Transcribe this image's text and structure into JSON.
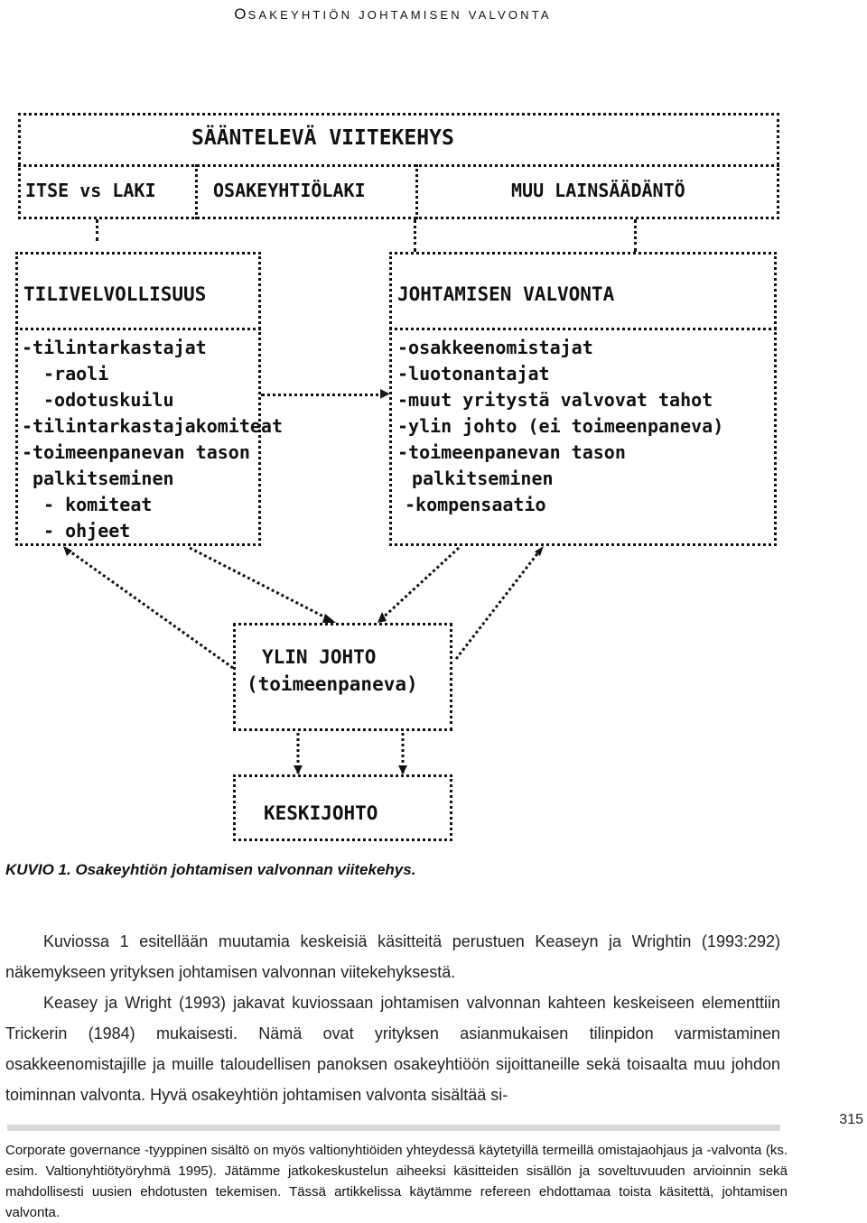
{
  "header": {
    "first_letter": "O",
    "rest": "SAKEYHTIÖN JOHTAMISEN VALVONTA"
  },
  "diagram": {
    "framework_title": "SÄÄNTELEVÄ VIITEKEHYS",
    "framework_items": [
      "ITSE vs LAKI",
      "OSAKEYHTIÖLAKI",
      "MUU LAINSÄÄDÄNTÖ"
    ],
    "left_title": "TILIVELVOLLISUUS",
    "left_items": [
      "-tilintarkastajat",
      "-raoli",
      "-odotuskuilu",
      "-tilintarkastajakomiteat",
      "-toimeenpanevan tason",
      "palkitseminen",
      "- komiteat",
      "- ohjeet"
    ],
    "right_title": "JOHTAMISEN VALVONTA",
    "right_items": [
      "-osakkeenomistajat",
      "-luotonantajat",
      "-muut yritystä valvovat tahot",
      "-ylin johto (ei toimeenpaneva)",
      "-toimeenpanevan tason",
      "palkitseminen",
      "-kompensaatio"
    ],
    "top_mgmt_line1": "YLIN JOHTO",
    "top_mgmt_line2": "(toimeenpaneva)",
    "middle_mgmt": "KESKIJOHTO"
  },
  "caption": "KUVIO 1. Osakeyhtiön johtamisen valvonnan viitekehys.",
  "paragraph1": "Kuviossa 1 esitellään muutamia keskeisiä käsitteitä perustuen Keaseyn ja Wrightin (1993:292) näkemykseen yrityksen johtamisen valvonnan viitekehyksestä.",
  "paragraph2": "Keasey ja Wright (1993) jakavat kuviossaan johtamisen valvonnan kahteen keskeiseen elementtiin Trickerin (1984) mukaisesti. Nämä ovat yrityksen asianmukaisen tilinpidon varmistaminen osakkeenomistajille ja muille taloudellisen panoksen osakeyhtiöön sijoittaneille sekä toisaalta muu johdon toiminnan valvonta. Hyvä osakeyhtiön johtamisen valvonta sisältää si-",
  "page_number": "315",
  "footnote": "Corporate governance -tyyppinen sisältö on myös valtionyhtiöiden yhteydessä käytetyillä termeillä omistajaohjaus ja -valvonta (ks. esim. Valtionyhtiötyöryhmä 1995). Jätämme jatkokeskustelun aiheeksi käsitteiden sisällön ja soveltuvuuden arvioinnin sekä mahdollisesti uusien ehdotusten tekemisen. Tässä artikkelissa käytämme refereen ehdottamaa toista käsitettä, johtamisen valvonta."
}
